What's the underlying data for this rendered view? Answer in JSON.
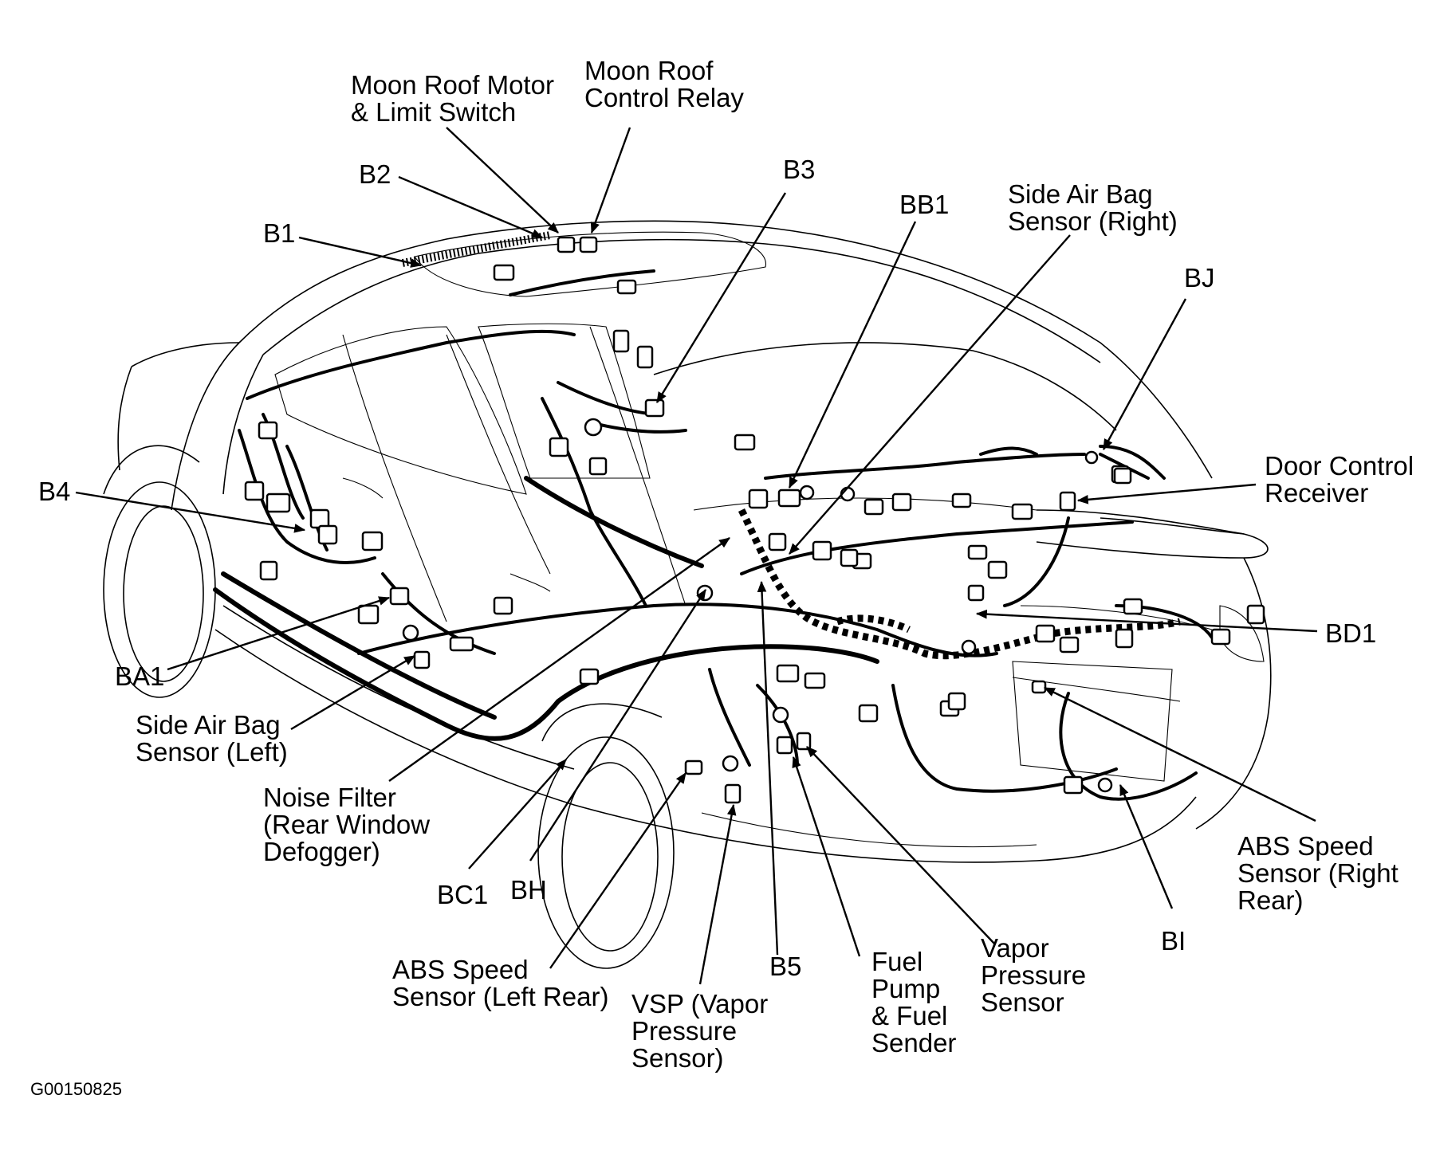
{
  "figure_id": "G00150825",
  "labels": {
    "moon_roof_motor": "Moon Roof Motor\n& Limit Switch",
    "moon_roof_relay": "Moon Roof\nControl Relay",
    "b2": "B2",
    "b1": "B1",
    "b3": "B3",
    "bb1": "BB1",
    "side_air_bag_right": "Side Air Bag\nSensor (Right)",
    "bj": "BJ",
    "door_control_receiver": "Door Control\nReceiver",
    "b4": "B4",
    "bd1": "BD1",
    "ba1": "BA1",
    "side_air_bag_left": "Side Air Bag\nSensor (Left)",
    "noise_filter": "Noise Filter\n(Rear Window\nDefogger)",
    "bc1": "BC1",
    "bh": "BH",
    "abs_right_rear": "ABS Speed\nSensor (Right\nRear)",
    "bi": "BI",
    "abs_left_rear": "ABS Speed\nSensor (Left Rear)",
    "b5": "B5",
    "vsp": "VSP (Vapor\nPressure\nSensor)",
    "fuel_pump": "Fuel\nPump\n& Fuel\nSender",
    "vapor_pressure": "Vapor\nPressure\nSensor"
  }
}
